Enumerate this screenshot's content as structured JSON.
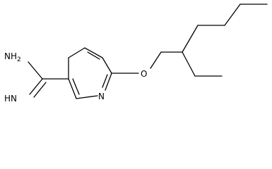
{
  "molecule": {
    "atom_labels": {
      "amine": "NH2",
      "imine": "HN",
      "ring_nitrogen": "N",
      "ether_oxygen": "O"
    }
  },
  "colors": {
    "bond": "#000000",
    "label": "#000000",
    "background": "#ffffff"
  }
}
